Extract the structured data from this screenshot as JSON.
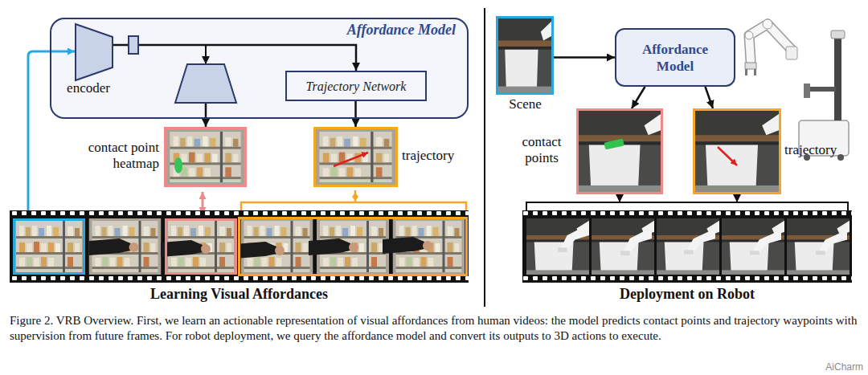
{
  "diagram": {
    "caption": "Figure 2. VRB Overview. First, we learn an actionable representation of visual affordances from human videos: the model predicts contact points and trajectory waypoints with supervision from future frames. For robot deployment, we query the affordance model and convert its outputs to 3D actions to execute.",
    "nodes": [
      {
        "text": [
          "Affordance Model"
        ]
      },
      {
        "text": [
          "encoder"
        ],
        "in": 0
      },
      {
        "text": [
          "Trajectory Network"
        ],
        "in": 0
      },
      {
        "text": [
          "contact point heatmap"
        ]
      },
      {
        "text": [
          "trajectory"
        ]
      },
      {
        "text": [
          "Scene"
        ]
      },
      {
        "text": [
          "Affordance Model"
        ]
      },
      {
        "text": [
          "contact points"
        ]
      },
      {
        "text": [
          "trajectory"
        ]
      }
    ],
    "edges": [
      {
        "from": 1,
        "to": 2,
        "arrow": "to"
      },
      {
        "from": 2,
        "to": 4,
        "arrow": "to"
      },
      {
        "from": 5,
        "to": 6,
        "arrow": "to"
      },
      {
        "from": 6,
        "to": 7,
        "arrow": "to"
      },
      {
        "from": 6,
        "to": 8,
        "arrow": "to"
      }
    ],
    "labels": [
      "Learning Visual Affordances",
      "Deployment on Robot",
      "AiCharm"
    ]
  }
}
